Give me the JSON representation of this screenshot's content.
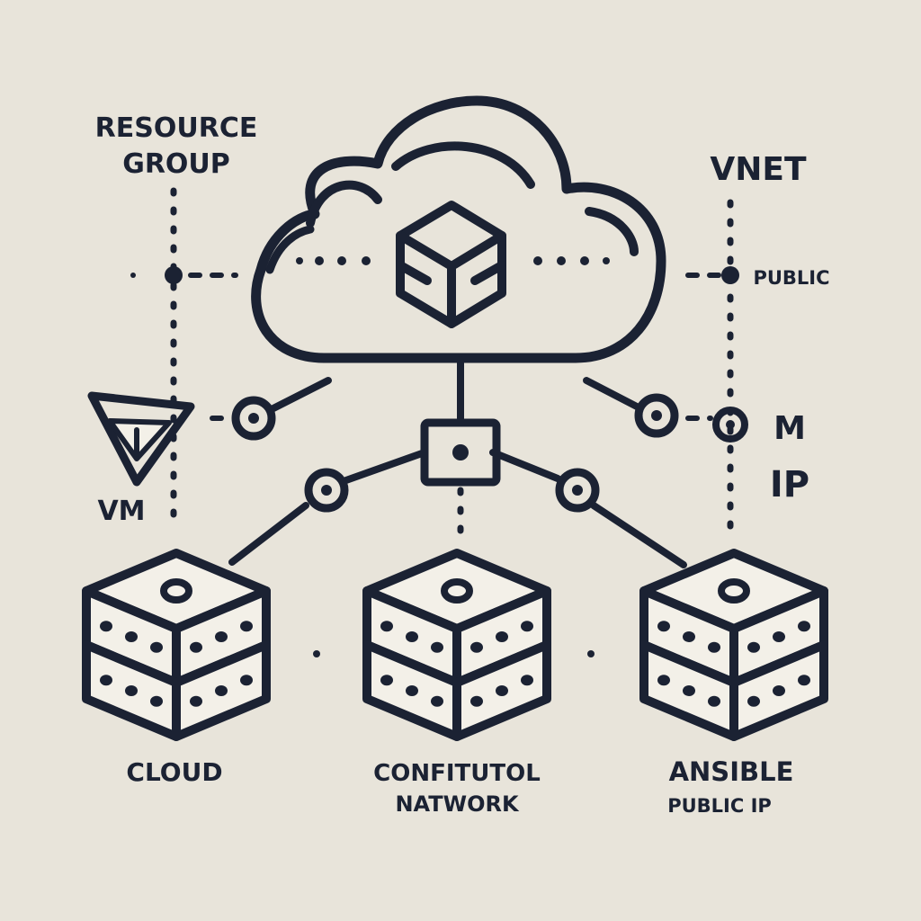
{
  "labels": {
    "resource_group_line1": "RESOURCE",
    "resource_group_line2": "GROUP",
    "vnet": "VNET",
    "public": "PUBLIC",
    "vm": "VM",
    "m": "M",
    "ip": "IP",
    "cloud": "CLOUD",
    "center_line1": "CONFITUTOL",
    "center_line2": "NATWORK",
    "ansible": "ANSIBLE",
    "public_ip": "PUBLIC IP"
  },
  "colors": {
    "background": "#e8e4da",
    "ink": "#1b2233",
    "box_fill": "#f3f0e8"
  },
  "icons": {
    "cloud": "cloud-icon",
    "cube": "cube-icon",
    "server": "server-stack-icon",
    "vm": "vm-funnel-icon",
    "node": "ring-node-icon",
    "hub": "square-hub-icon"
  }
}
